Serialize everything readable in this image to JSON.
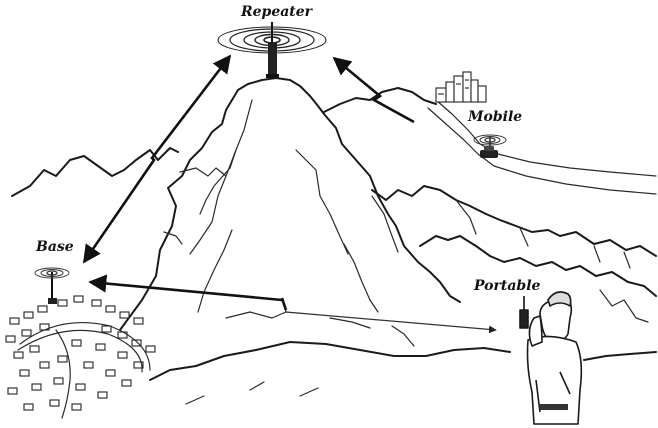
{
  "labels": {
    "repeater": "Repeater",
    "mobile": "Mobile",
    "base": "Base",
    "portable": "Portable"
  },
  "icons": [
    "radio-tower-icon",
    "radio-waves-icon",
    "car-icon",
    "city-skyline-icon",
    "person-with-walkie-talkie-icon",
    "houses-icon"
  ],
  "colors": {
    "ink": "#111111",
    "background": "#ffffff"
  }
}
